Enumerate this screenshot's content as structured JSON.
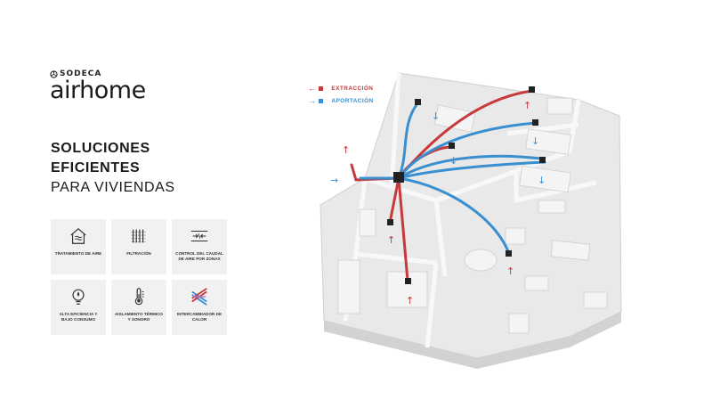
{
  "brand": {
    "company": "SODECA",
    "product": "airhome"
  },
  "headline": {
    "line1": "SOLUCIONES",
    "line2": "EFICIENTES",
    "line3": "PARA VIVIENDAS"
  },
  "features": [
    {
      "icon": "house-air-icon",
      "label": "TRATAMIENTO DE AIRE"
    },
    {
      "icon": "filter-icon",
      "label": "FILTRACIÓN"
    },
    {
      "icon": "zone-control-icon",
      "label": "CONTROL DEL CAUDAL DE AIRE POR ZONAS"
    },
    {
      "icon": "efficiency-bulb-icon",
      "label": "ALTA EFICIENCIA Y BAJO CONSUMO"
    },
    {
      "icon": "thermometer-icon",
      "label": "AISLAMIENTO TÉRMICO Y SONORO"
    },
    {
      "icon": "heat-exchanger-icon",
      "label": "INTERCAMBIADOR DE CALOR"
    }
  ],
  "legend": {
    "extraction": "EXTRACCIÓN",
    "supply": "APORTACIÓN"
  },
  "colors": {
    "extraction": "#c8393b",
    "supply": "#3a8fd0",
    "tile_bg": "#f1f1f1"
  }
}
